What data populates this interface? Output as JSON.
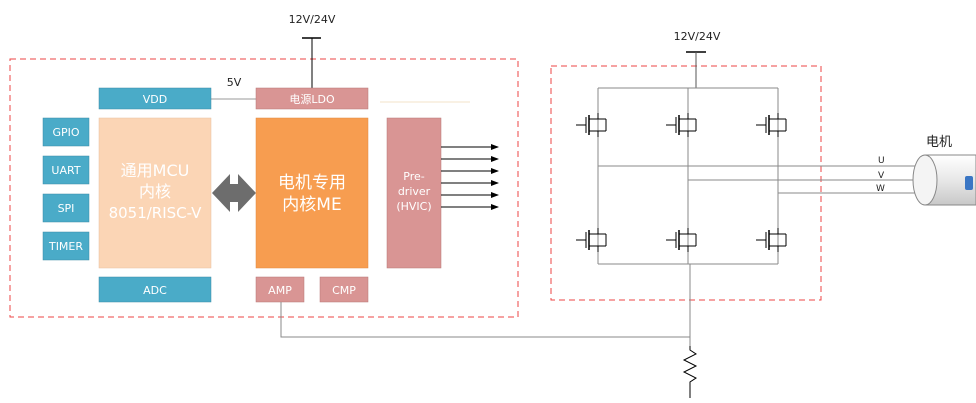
{
  "colors": {
    "block_blue": "#4aabc8",
    "mcu_core": "#fbd5b5",
    "me_core": "#f79d50",
    "pink_block": "#d99594",
    "dashed_border": "#ee4444",
    "arrow": "#6d6d6d",
    "wire": "#8a8a8a"
  },
  "supply": {
    "left": "12V/24V",
    "right": "12V/24V",
    "ldo_out": "5V"
  },
  "blocks": {
    "vdd": "VDD",
    "ldo": "电源LDO",
    "gpio": "GPIO",
    "uart": "UART",
    "spi": "SPI",
    "timer": "TIMER",
    "mcu_line1": "通用MCU",
    "mcu_line2": "内核",
    "mcu_line3": "8051/RISC-V",
    "me_line1": "电机专用",
    "me_line2": "内核ME",
    "predriver_line1": "Pre-",
    "predriver_line2": "driver",
    "predriver_line3": "(HVIC)",
    "adc": "ADC",
    "amp": "AMP",
    "cmp": "CMP"
  },
  "motor": {
    "title": "电机",
    "phase_u": "U",
    "phase_v": "V",
    "phase_w": "W"
  }
}
